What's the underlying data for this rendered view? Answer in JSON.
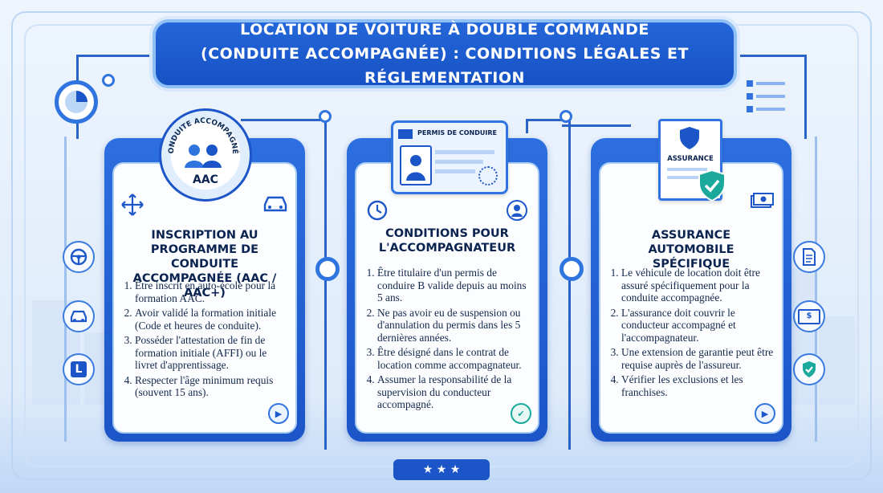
{
  "title": "LOCATION DE VOITURE À DOUBLE COMMANDE (CONDUITE ACCOMPAGNÉE) : CONDITIONS LÉGALES ET RÉGLEMENTATION",
  "badge": {
    "ring_text": "CONDUITE ACCOMPAGNÉE",
    "code": "AAC"
  },
  "license_card": {
    "label": "PERMIS DE CONDUIRE"
  },
  "insurance_doc": {
    "label": "ASSURANCE"
  },
  "panels": [
    {
      "heading": "INSCRIPTION AU PROGRAMME DE CONDUITE ACCOMPAGNÉE (AAC / AAC+)",
      "items": [
        "Être inscrit en auto-école pour la formation AAC.",
        "Avoir validé la formation initiale (Code et heures de conduite).",
        "Posséder l'attestation de fin de formation initiale (AFFI) ou le livret d'apprentissage.",
        "Respecter l'âge minimum requis (souvent 15 ans)."
      ]
    },
    {
      "heading": "CONDITIONS POUR L'ACCOMPAGNATEUR",
      "items": [
        "Être titulaire d'un permis de conduire B valide depuis au moins 5 ans.",
        "Ne pas avoir eu de suspension ou d'annulation du permis dans les 5 dernières années.",
        "Être désigné dans le contrat de location comme accompagnateur.",
        "Assumer la responsabilité de la supervision du conducteur accompagné."
      ]
    },
    {
      "heading": "ASSURANCE AUTOMOBILE SPÉCIFIQUE",
      "items": [
        "Le véhicule de location doit être assuré spécifiquement pour la conduite accompagnée.",
        "L'assurance doit couvrir le conducteur accompagné et l'accompagnateur.",
        "Une extension de garantie peut être requise auprès de l'assureur.",
        "Vérifier les exclusions et les franchises."
      ]
    }
  ],
  "side_icons": {
    "left": [
      "steering-wheel-icon",
      "car-icon",
      "learner-l-icon"
    ],
    "right": [
      "document-icon",
      "money-icon",
      "shield-check-icon"
    ],
    "l_sign": "L",
    "money_sign": "$"
  },
  "colors": {
    "primary": "#1b55c8",
    "accent": "#2f74df",
    "background": "#e6f0fc",
    "check": "#1aa99a"
  },
  "footer_stars": "★ ★ ★"
}
